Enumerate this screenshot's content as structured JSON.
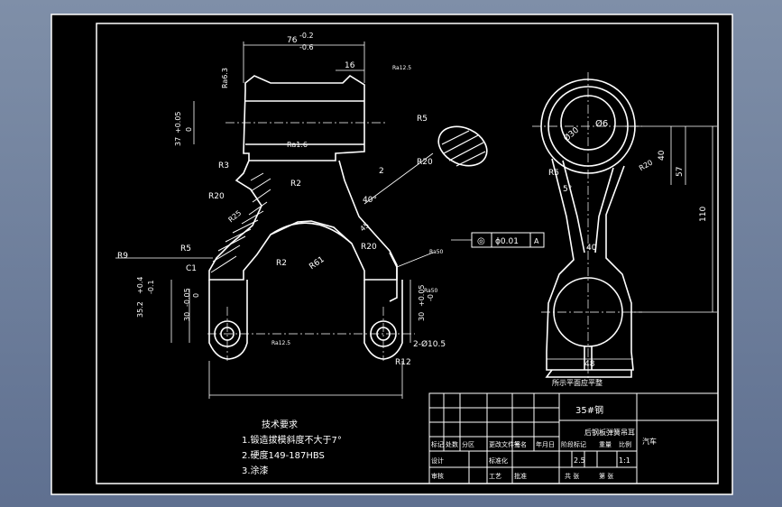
{
  "colors": {
    "background": "#6e7f9c",
    "paper": "#000000",
    "line": "#ffffff",
    "hatch": "#ffffff"
  },
  "drawing": {
    "dimensions": {
      "top_width": "76",
      "top_tol_upper": "-0.2",
      "top_tol_lower": "-0.6",
      "top_right": "16",
      "bore_dia": "37",
      "bore_tol_upper": "+0.05",
      "bore_tol_lower": "0",
      "gap": "2",
      "bottom_height": "30",
      "bottom_tol_upper": "-0.05",
      "bottom_tol_lower": "0",
      "bottom_height_r": "30",
      "bottom_tol_upper_r": "+0.05",
      "bottom_tol_lower_r": "-0",
      "left_offset": "35.2",
      "left_tol_upper": "+0.4",
      "left_tol_lower": "-0.1",
      "holes": "2-Ø10.5",
      "side_40": "40",
      "side_57": "57",
      "side_110": "110",
      "side_48": "48",
      "side_40_mid": "40",
      "dia_side": "Ø30"
    },
    "radii": {
      "r3": "R3",
      "r20a": "R20",
      "r2a": "R2",
      "r25": "R25",
      "r5a": "R5",
      "r9": "R9",
      "r2b": "R2",
      "r61": "R61",
      "r20b": "R20",
      "r12": "R12",
      "r5b": "R5",
      "r20c": "R20",
      "r5c": "R5"
    },
    "angles": {
      "a40": "40°",
      "a5": "5°",
      "a45": "45"
    },
    "chamfer": "C1",
    "roughness": {
      "ra63": "Ra6.3",
      "ra16": "Ra1.6",
      "ra125a": "Ra12.5",
      "ra125b": "Ra12.5",
      "ra50a": "Ra50",
      "ra50b": "Ra50"
    },
    "tolerance_frame": {
      "symbol": "◎",
      "value": "ϕ0.01",
      "datum": "A"
    },
    "note_parting": "所示平面应平整",
    "section_label": "Ø6"
  },
  "technical_requirements": {
    "title": "技术要求",
    "items": [
      "1.锻造拔模斜度不大于7°",
      "2.硬度149-187HBS",
      "3.涂漆"
    ]
  },
  "title_block": {
    "material": "35#钢",
    "part_name": "后钢板弹簧吊耳",
    "company": "汽车",
    "scale": "1:1",
    "ratio": "2.5",
    "sheet_total": "共 张",
    "sheet_no": "第 张",
    "labels": [
      "标记",
      "处数",
      "分区",
      "更改文件号",
      "签名",
      "年月日"
    ],
    "labels2": [
      "设计",
      "标准化",
      "阶段标记",
      "重量",
      "比例"
    ],
    "labels3": [
      "审核",
      "工艺",
      "批准"
    ]
  }
}
